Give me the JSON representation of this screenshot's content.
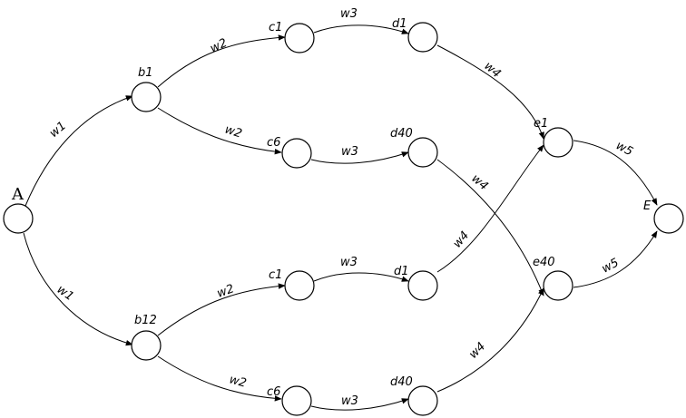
{
  "nodes": {
    "A": "A",
    "b1": "b1",
    "b12": "b12",
    "c1_top": "c1",
    "c6_top": "c6",
    "c1_bot": "c1",
    "c6_bot": "c6",
    "d1_top": "d1",
    "d40_top": "d40",
    "d1_bot": "d1",
    "d40_bot": "d40",
    "e1": "e1",
    "e40": "e40",
    "E": "E"
  },
  "edges": {
    "A_b1": "w1",
    "A_b12": "w1",
    "b1_c1": "w2",
    "b1_c6": "w2",
    "b12_c1": "w2",
    "b12_c6": "w2",
    "c1_d1_top": "w3",
    "c6_d40_top": "w3",
    "c1_d1_bot": "w3",
    "c6_d40_bot": "w3",
    "d1top_e1": "w4",
    "d40top_e40": "w4",
    "d1bot_e1": "w4",
    "d40bot_e40": "w4",
    "e1_E": "w5",
    "e40_E": "w5"
  }
}
